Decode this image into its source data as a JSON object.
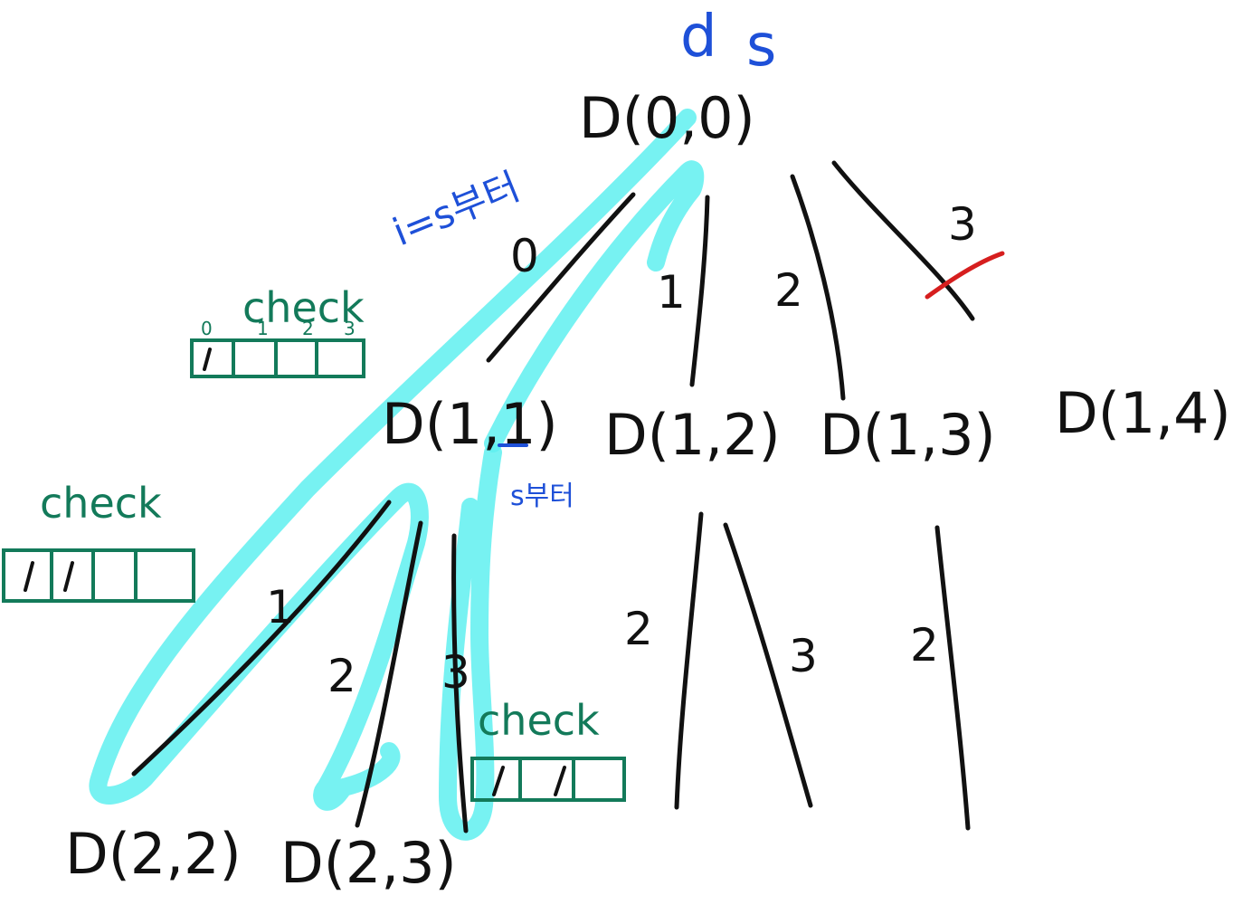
{
  "header": {
    "d": "d",
    "s": "s"
  },
  "nodes": {
    "root": "D(0,0)",
    "level1": [
      "D(1,1)",
      "D(1,2)",
      "D(1,3)",
      "D(1,4)"
    ],
    "level2": [
      "D(2,2)",
      "D(2,3)"
    ]
  },
  "edge_labels": {
    "root": [
      "0",
      "1",
      "2",
      "3"
    ],
    "d11": [
      "1",
      "2",
      "3"
    ],
    "d12": [
      "2",
      "3"
    ],
    "d13": [
      "2"
    ]
  },
  "annotations": {
    "i_eq_s": "i=s부터",
    "s_plus": "s부터",
    "check": "check",
    "index_labels": [
      "0",
      "1",
      "2",
      "3"
    ]
  },
  "colors": {
    "ink": "#111111",
    "blue": "#1e50d8",
    "green": "#137a5a",
    "trace": "#5ff0f0",
    "cross": "#d61e1e"
  }
}
